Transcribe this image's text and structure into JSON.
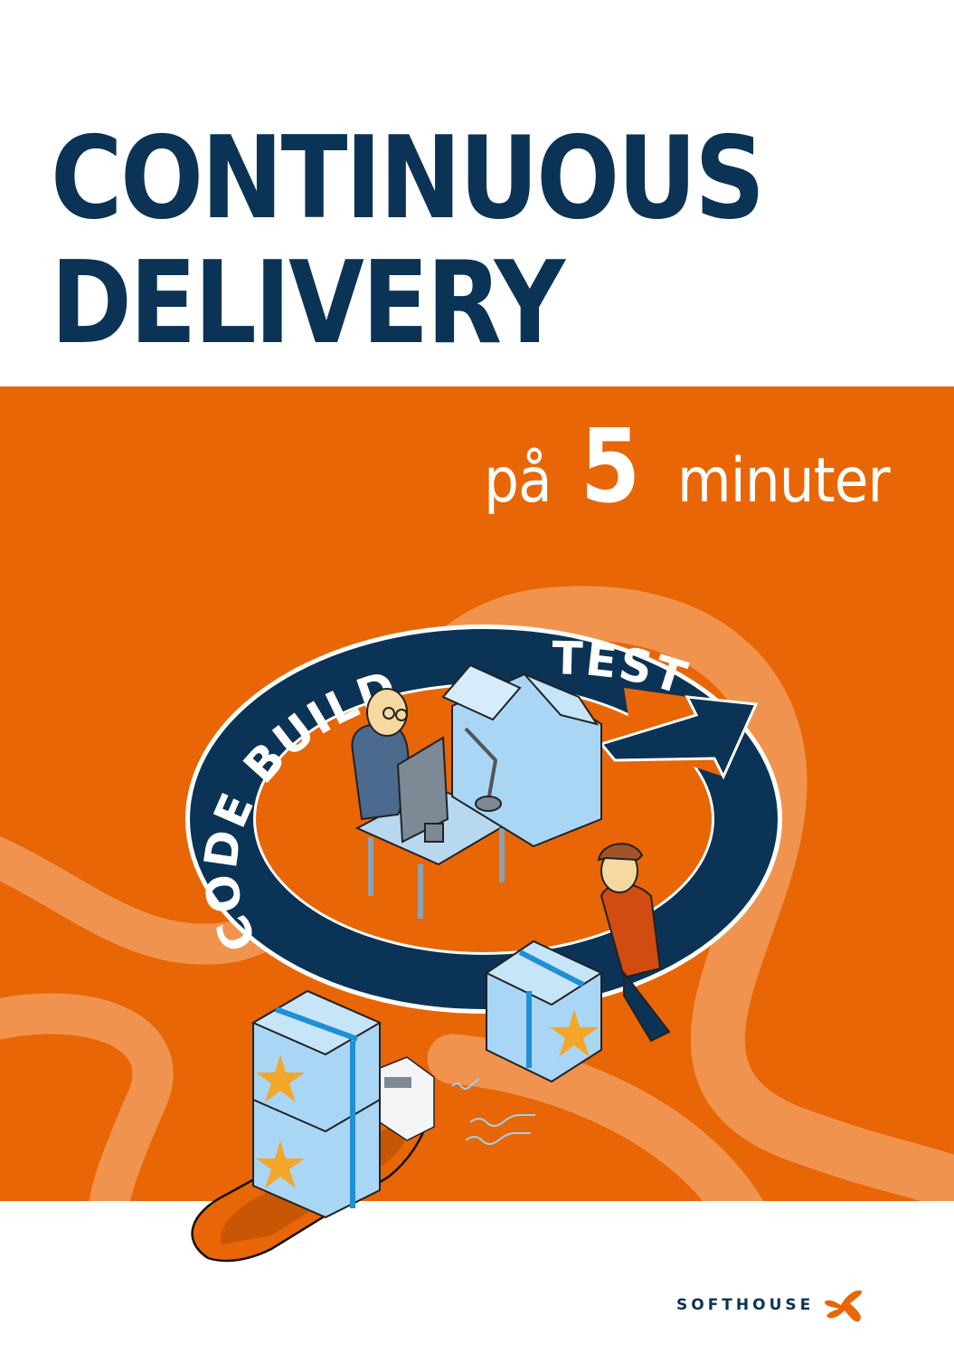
{
  "cover": {
    "title_lines": [
      "CONTINUOUS",
      "DELIVERY"
    ],
    "subtitle": {
      "prefix": "på",
      "number": "5",
      "suffix": "minuter"
    }
  },
  "illustration": {
    "cycle_labels": [
      "CODE",
      "BUILD",
      "TEST"
    ],
    "description": "Developer at desk inside a CODE-BUILD-TEST cycle arrow; person pushing a star-labelled box on a trolley; stacked star boxes on a boat"
  },
  "brand": {
    "name": "SOFTHOUSE",
    "logo_icon": "softhouse-swirl-icon"
  },
  "colors": {
    "navy": "#0b3356",
    "orange": "#e86605",
    "orange_light": "#f0934f",
    "box_blue": "#a9d6f5",
    "box_stripe": "#1f8fd6",
    "star": "#f4a62a",
    "white": "#ffffff"
  }
}
